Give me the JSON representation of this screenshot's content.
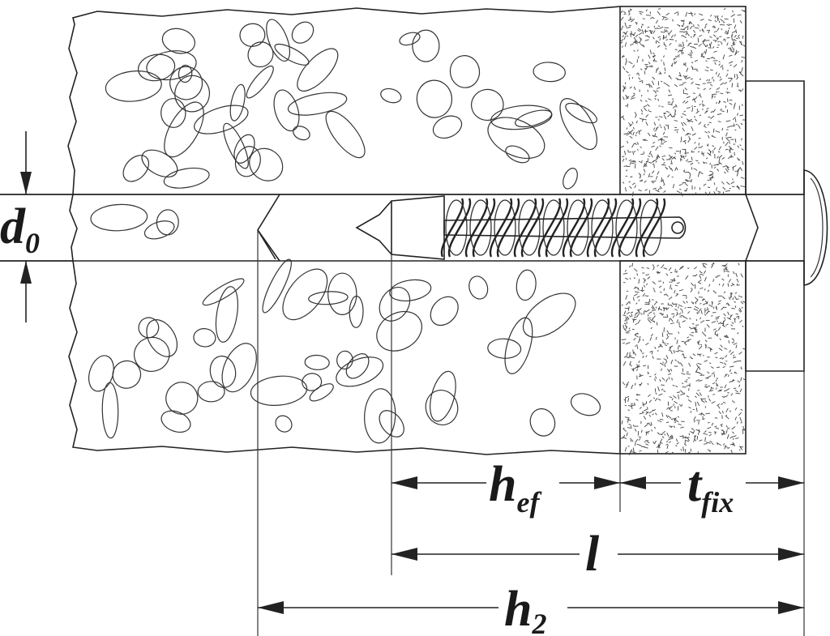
{
  "labels": {
    "d0": {
      "main": "d",
      "sub": "0"
    },
    "hef": {
      "main": "h",
      "sub": "ef"
    },
    "tfix": {
      "main": "t",
      "sub": "fix"
    },
    "l": {
      "main": "l"
    },
    "h2": {
      "main": "h",
      "sub": "2"
    }
  },
  "colors": {
    "line": "#222222",
    "background": "#ffffff",
    "dark": "#1a1a1a"
  }
}
